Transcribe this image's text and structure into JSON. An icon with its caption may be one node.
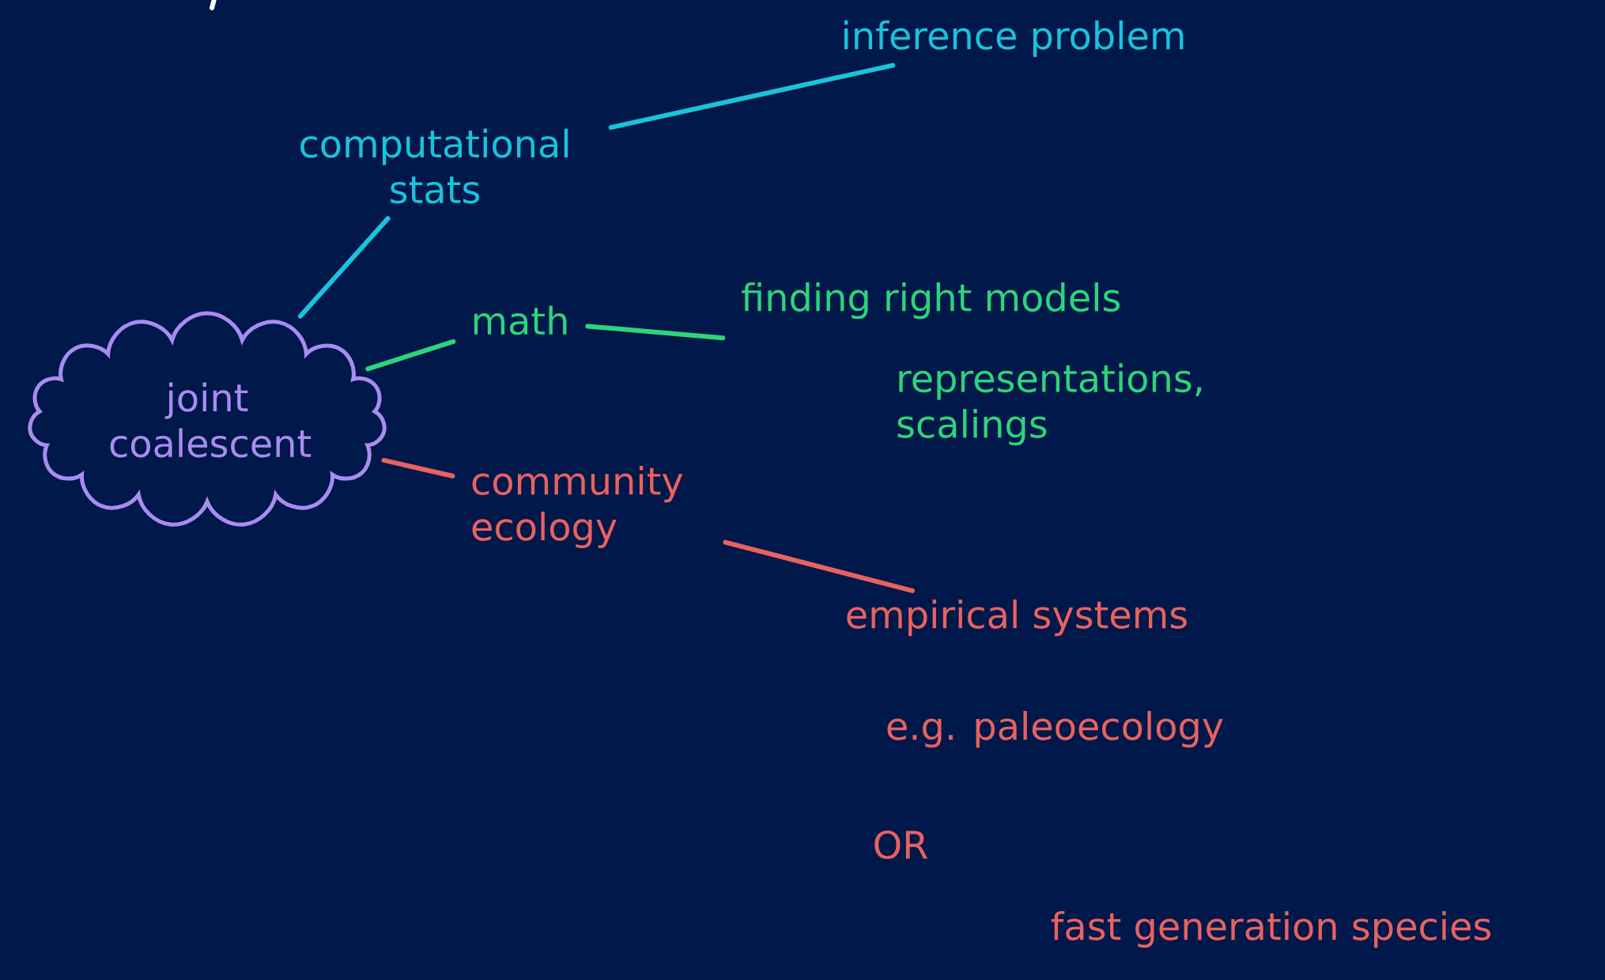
{
  "diagram": {
    "nodes": [
      {
        "text": [
          "joint coalescent"
        ]
      },
      {
        "text": [
          "computational stats"
        ]
      },
      {
        "text": [
          "inference problem"
        ]
      },
      {
        "text": [
          "math"
        ]
      },
      {
        "text": [
          "finding right models",
          "representations, scalings"
        ]
      },
      {
        "text": [
          "community ecology"
        ]
      },
      {
        "text": [
          "empirical systems"
        ]
      }
    ],
    "edges": [
      {
        "from": 0,
        "to": 1,
        "arrow": "none",
        "color": "#19c3dc"
      },
      {
        "from": 1,
        "to": 2,
        "arrow": "none",
        "color": "#19c3dc"
      },
      {
        "from": 0,
        "to": 3,
        "arrow": "none",
        "color": "#2ed47a"
      },
      {
        "from": 3,
        "to": 4,
        "arrow": "none",
        "color": "#2ed47a"
      },
      {
        "from": 0,
        "to": 5,
        "arrow": "none",
        "color": "#e8625f"
      },
      {
        "from": 5,
        "to": 6,
        "arrow": "none",
        "color": "#e8625f"
      }
    ],
    "labels": [
      "e.g. paleoecology",
      "OR",
      "fast generation species"
    ]
  }
}
